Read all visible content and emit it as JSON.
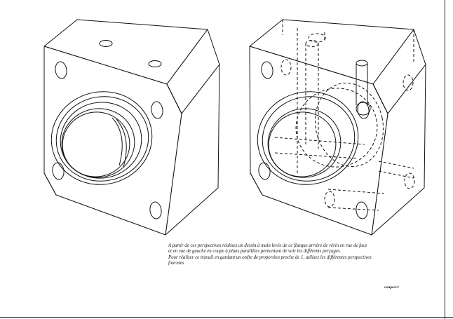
{
  "document": {
    "figures": [
      {
        "name": "perspective-solid",
        "line_style": "solid"
      },
      {
        "name": "perspective-hidden-lines",
        "line_style": "solid-and-dashed"
      }
    ],
    "instructions": {
      "paragraph1": "A partir de ces perspectives réalisez un dessin à main levée de ce flasque arrière de vérin en vue de face et en vue de gauche en coupe à plans parallèles permettant de voir les différents perçages.",
      "paragraph2": "Pour réaliser ce travail en gardant un ordre de proportion proche de 1, utilisez les différentes perspectives fournies"
    },
    "signature": "coupecv1"
  },
  "colors": {
    "ink": "#111111",
    "paper": "#ffffff"
  }
}
